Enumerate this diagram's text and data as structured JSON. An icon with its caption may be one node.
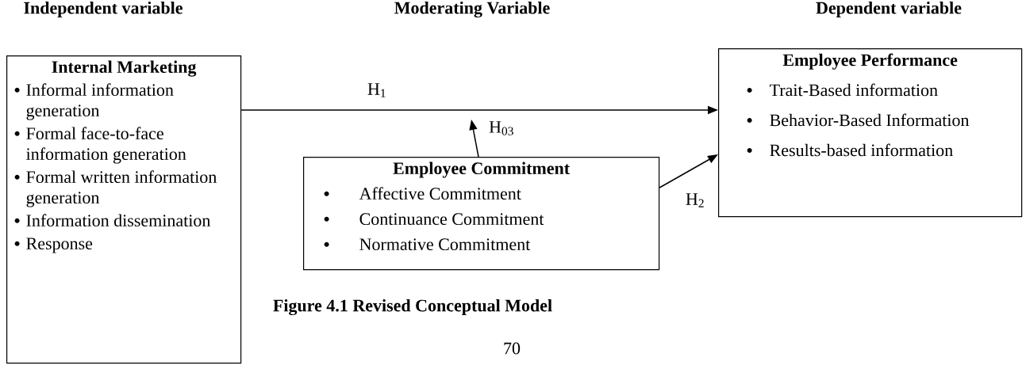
{
  "diagram": {
    "caption": "Figure 4.1 Revised Conceptual Model",
    "nodes": [
      {
        "text": [
          "Internal Marketing",
          "Informal information generation",
          "Formal face-to-face information generation",
          "Formal written information generation",
          "Information dissemination",
          "Response"
        ]
      },
      {
        "text": [
          "Employee Performance",
          "Trait-Based information",
          "Behavior-Based Information",
          "Results-based information"
        ]
      },
      {
        "text": [
          "Employee Commitment",
          "Affective Commitment",
          "Continuance Commitment",
          "Normative Commitment"
        ]
      }
    ],
    "edges": [
      {
        "from": 0,
        "to": 1,
        "arrow": "to",
        "label": "H$_{1}$"
      },
      {
        "from": 2,
        "to": 1,
        "arrow": "to",
        "label": "H$_{2}$"
      },
      {
        "from": 2,
        "to": null,
        "arrow": "to",
        "label": "H$_{03}$"
      }
    ],
    "labels": [
      "Independent variable",
      "Moderating Variable",
      "Dependent variable",
      "70"
    ]
  }
}
